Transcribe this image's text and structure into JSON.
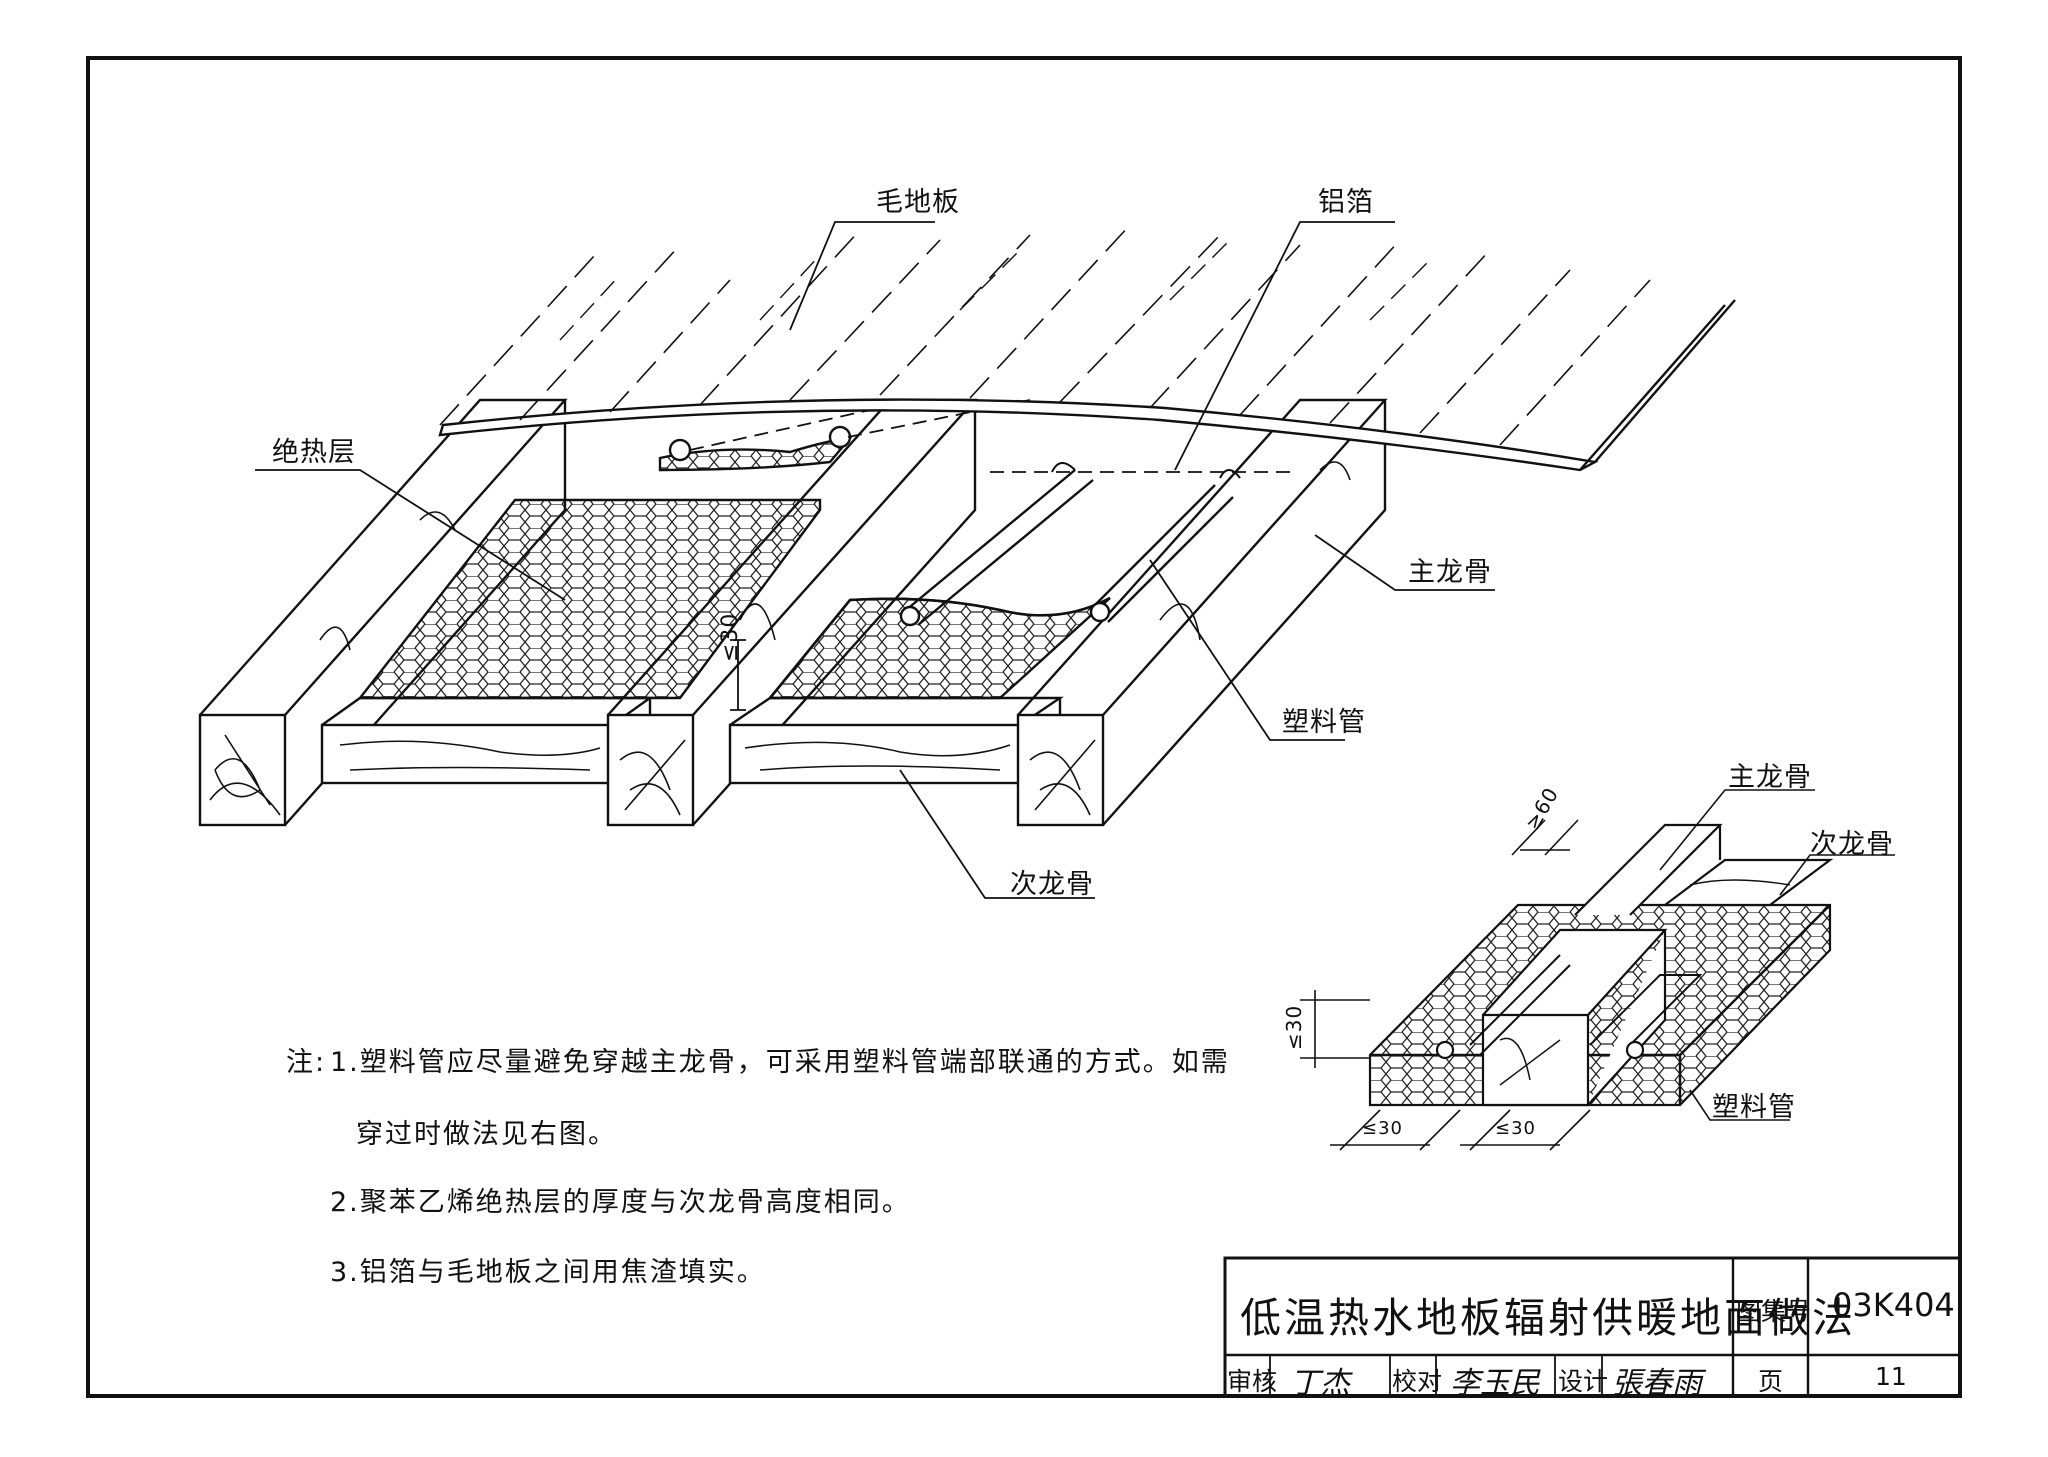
{
  "labels": {
    "subfloor": "毛地板",
    "foil": "铝箔",
    "insulation": "绝热层",
    "main_joist": "主龙骨",
    "plastic_pipe": "塑料管",
    "secondary_joist": "次龙骨",
    "dim_30": "≤30"
  },
  "detail": {
    "main_joist": "主龙骨",
    "secondary_joist": "次龙骨",
    "plastic_pipe": "塑料管",
    "dim_60": "≥60",
    "dim_30_v": "≤30",
    "dim_30_a": "≤30",
    "dim_30_b": "≤30"
  },
  "notes": {
    "prefix": "注:",
    "n1a": "1.塑料管应尽量避免穿越主龙骨，可采用塑料管端部联通的方式。如需",
    "n1b": "穿过时做法见右图。",
    "n2": "2.聚苯乙烯绝热层的厚度与次龙骨高度相同。",
    "n3": "3.铝箔与毛地板之间用焦渣填实。"
  },
  "title_block": {
    "title": "低温热水地板辐射供暖地面做法",
    "atlas_label": "图集号",
    "atlas_no": "03K404",
    "review_label": "审核",
    "review_sig": "丁杰",
    "check_label": "校对",
    "check_sig": "李玉民",
    "design_label": "设计",
    "design_sig": "張春雨",
    "page_label": "页",
    "page_no": "11"
  }
}
